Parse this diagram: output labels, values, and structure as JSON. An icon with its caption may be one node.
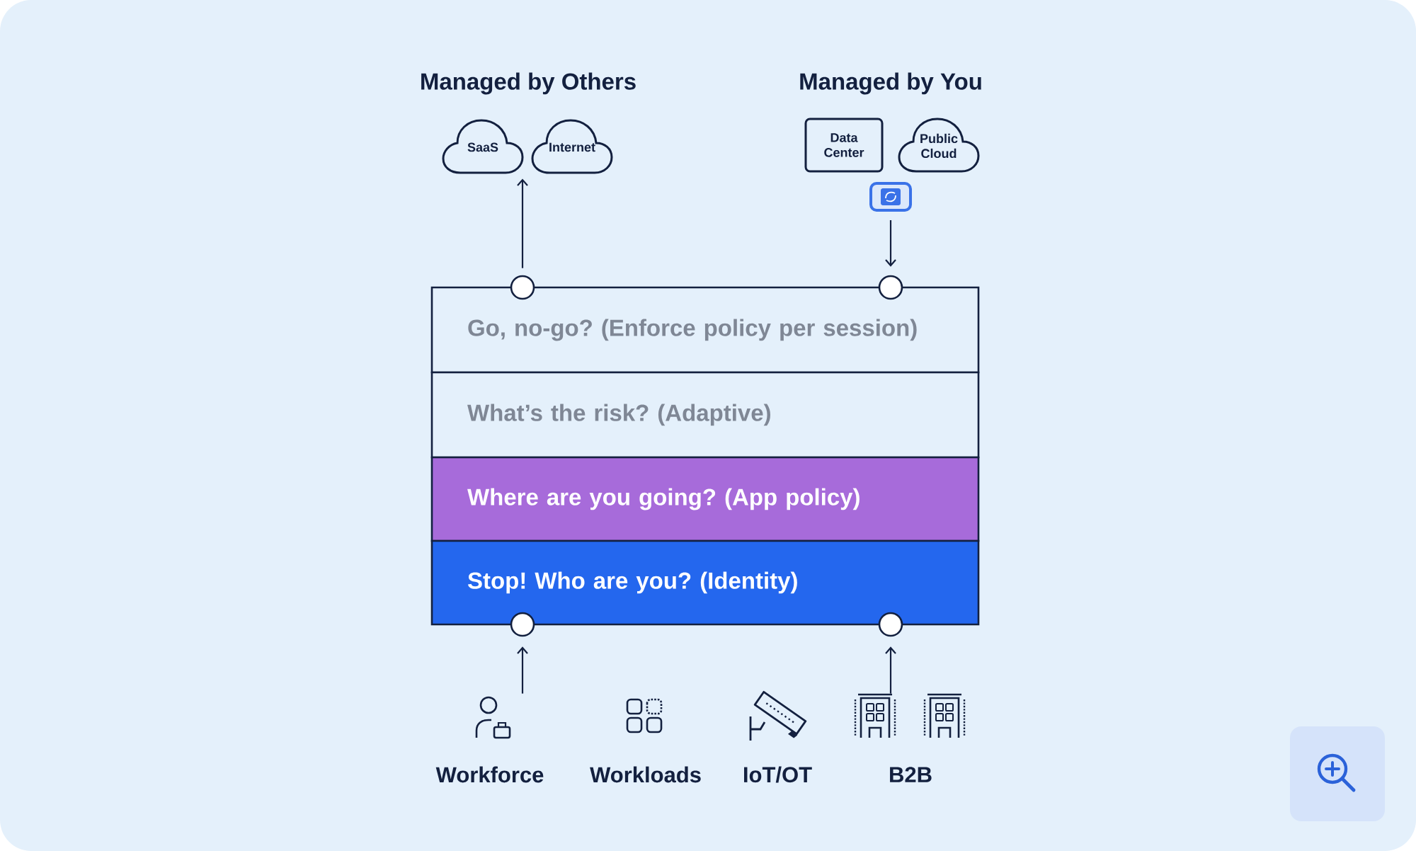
{
  "diagram": {
    "nodes": [
      {
        "text": [
          "SaaS"
        ]
      },
      {
        "text": [
          "Internet"
        ]
      },
      {
        "text": [
          "Data Center"
        ]
      },
      {
        "text": [
          "Public Cloud"
        ]
      },
      {
        "text": [],
        "shape": "box"
      },
      {
        "text": [],
        "shape": "circle"
      },
      {
        "text": [],
        "shape": "circle"
      },
      {
        "text": [
          "Go, no-go? (Enforce policy per session)"
        ]
      },
      {
        "text": [
          "What’s the risk? (Adaptive)"
        ]
      },
      {
        "text": [
          "Where are you going? (App policy)"
        ]
      },
      {
        "text": [
          "Stop! Who are you? (Identity)"
        ]
      },
      {
        "text": [],
        "shape": "circle"
      },
      {
        "text": [],
        "shape": "circle"
      },
      {
        "text": [],
        "shape": "picture",
        "beside": [
          "Workforce"
        ]
      },
      {
        "text": [],
        "shape": "picture",
        "beside": [
          "Workloads"
        ]
      },
      {
        "text": [],
        "shape": "picture",
        "beside": [
          "IoT/OT"
        ]
      },
      {
        "text": [],
        "shape": "picture",
        "beside": [
          "B2B"
        ]
      }
    ],
    "edges": [
      {
        "from": 5,
        "to": 0,
        "arrow": "to"
      },
      {
        "from": 4,
        "to": 6,
        "arrow": "to"
      },
      {
        "from": 13,
        "to": 11,
        "arrow": "to"
      },
      {
        "from": 16,
        "to": 12,
        "arrow": "to"
      }
    ],
    "labels": [
      "Managed by Others",
      "Managed by You"
    ]
  }
}
